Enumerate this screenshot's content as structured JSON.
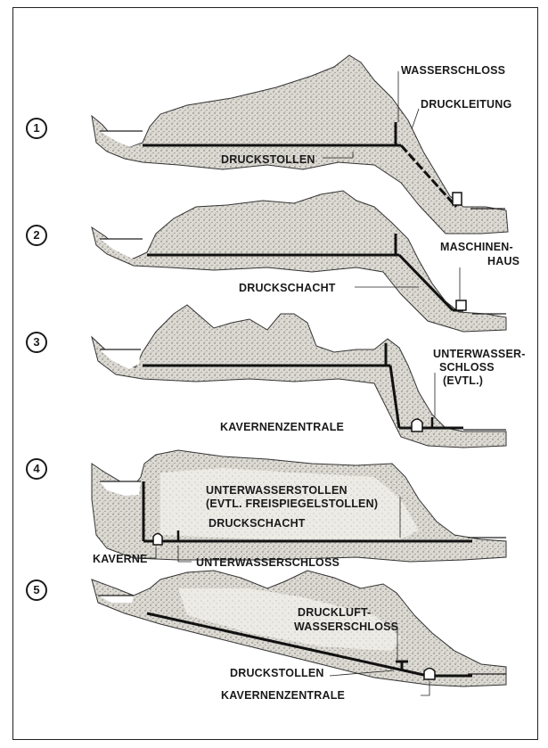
{
  "diagrams": [
    {
      "number": "1",
      "labels": {
        "wasserschloss": "WASSERSCHLOSS",
        "druckleitung": "DRUCKLEITUNG",
        "druckstollen": "DRUCKSTOLLEN"
      }
    },
    {
      "number": "2",
      "labels": {
        "maschinenhaus_1": "MASCHINEN-",
        "maschinenhaus_2": "HAUS",
        "druckschacht": "DRUCKSCHACHT"
      }
    },
    {
      "number": "3",
      "labels": {
        "unterwasserschloss_1": "UNTERWASSER-",
        "unterwasserschloss_2": "SCHLOSS",
        "unterwasserschloss_3": "(EVTL.)",
        "kavernenzentrale": "KAVERNENZENTRALE"
      }
    },
    {
      "number": "4",
      "labels": {
        "unterwasserstollen_1": "UNTERWASSERSTOLLEN",
        "unterwasserstollen_2": "(EVTL. FREISPIEGELSTOLLEN)",
        "druckschacht": "DRUCKSCHACHT",
        "kaverne": "KAVERNE",
        "unterwasserschloss": "UNTERWASSERSCHLOSS"
      }
    },
    {
      "number": "5",
      "labels": {
        "druckluft_1": "DRUCKLUFT-",
        "druckluft_2": "WASSERSCHLOSS",
        "druckstollen": "DRUCKSTOLLEN",
        "kavernenzentrale": "KAVERNENZENTRALE"
      }
    }
  ],
  "colors": {
    "rock_fill": "#d9d7d0",
    "ink": "#1a1a1a",
    "water": "#ffffff"
  }
}
